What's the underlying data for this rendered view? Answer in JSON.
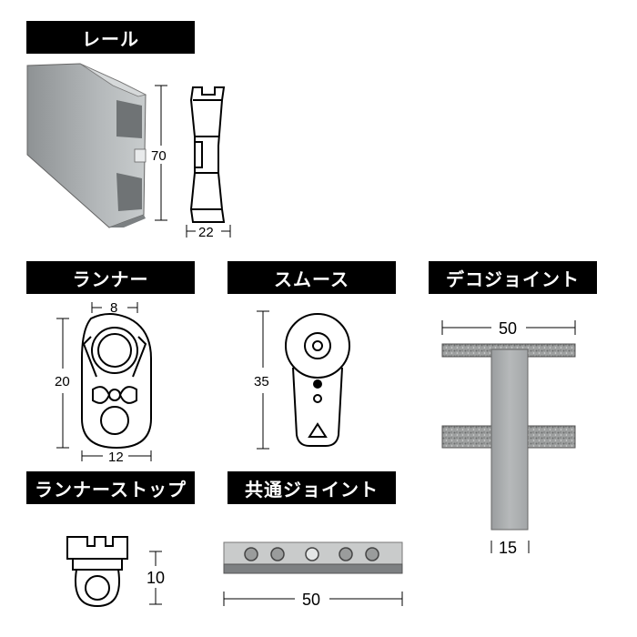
{
  "sections": {
    "rail": "レール",
    "runner": "ランナー",
    "smooth": "スムース",
    "deco_joint": "デコジョイント",
    "runner_stop": "ランナーストップ",
    "common_joint": "共通ジョイント"
  },
  "dimensions": {
    "rail_height": "70",
    "rail_width": "22",
    "runner_width_top": "8",
    "runner_height": "20",
    "runner_width_bottom": "12",
    "smooth_height": "35",
    "deco_width": "50",
    "deco_post": "15",
    "stop_height": "10",
    "common_width": "50"
  }
}
